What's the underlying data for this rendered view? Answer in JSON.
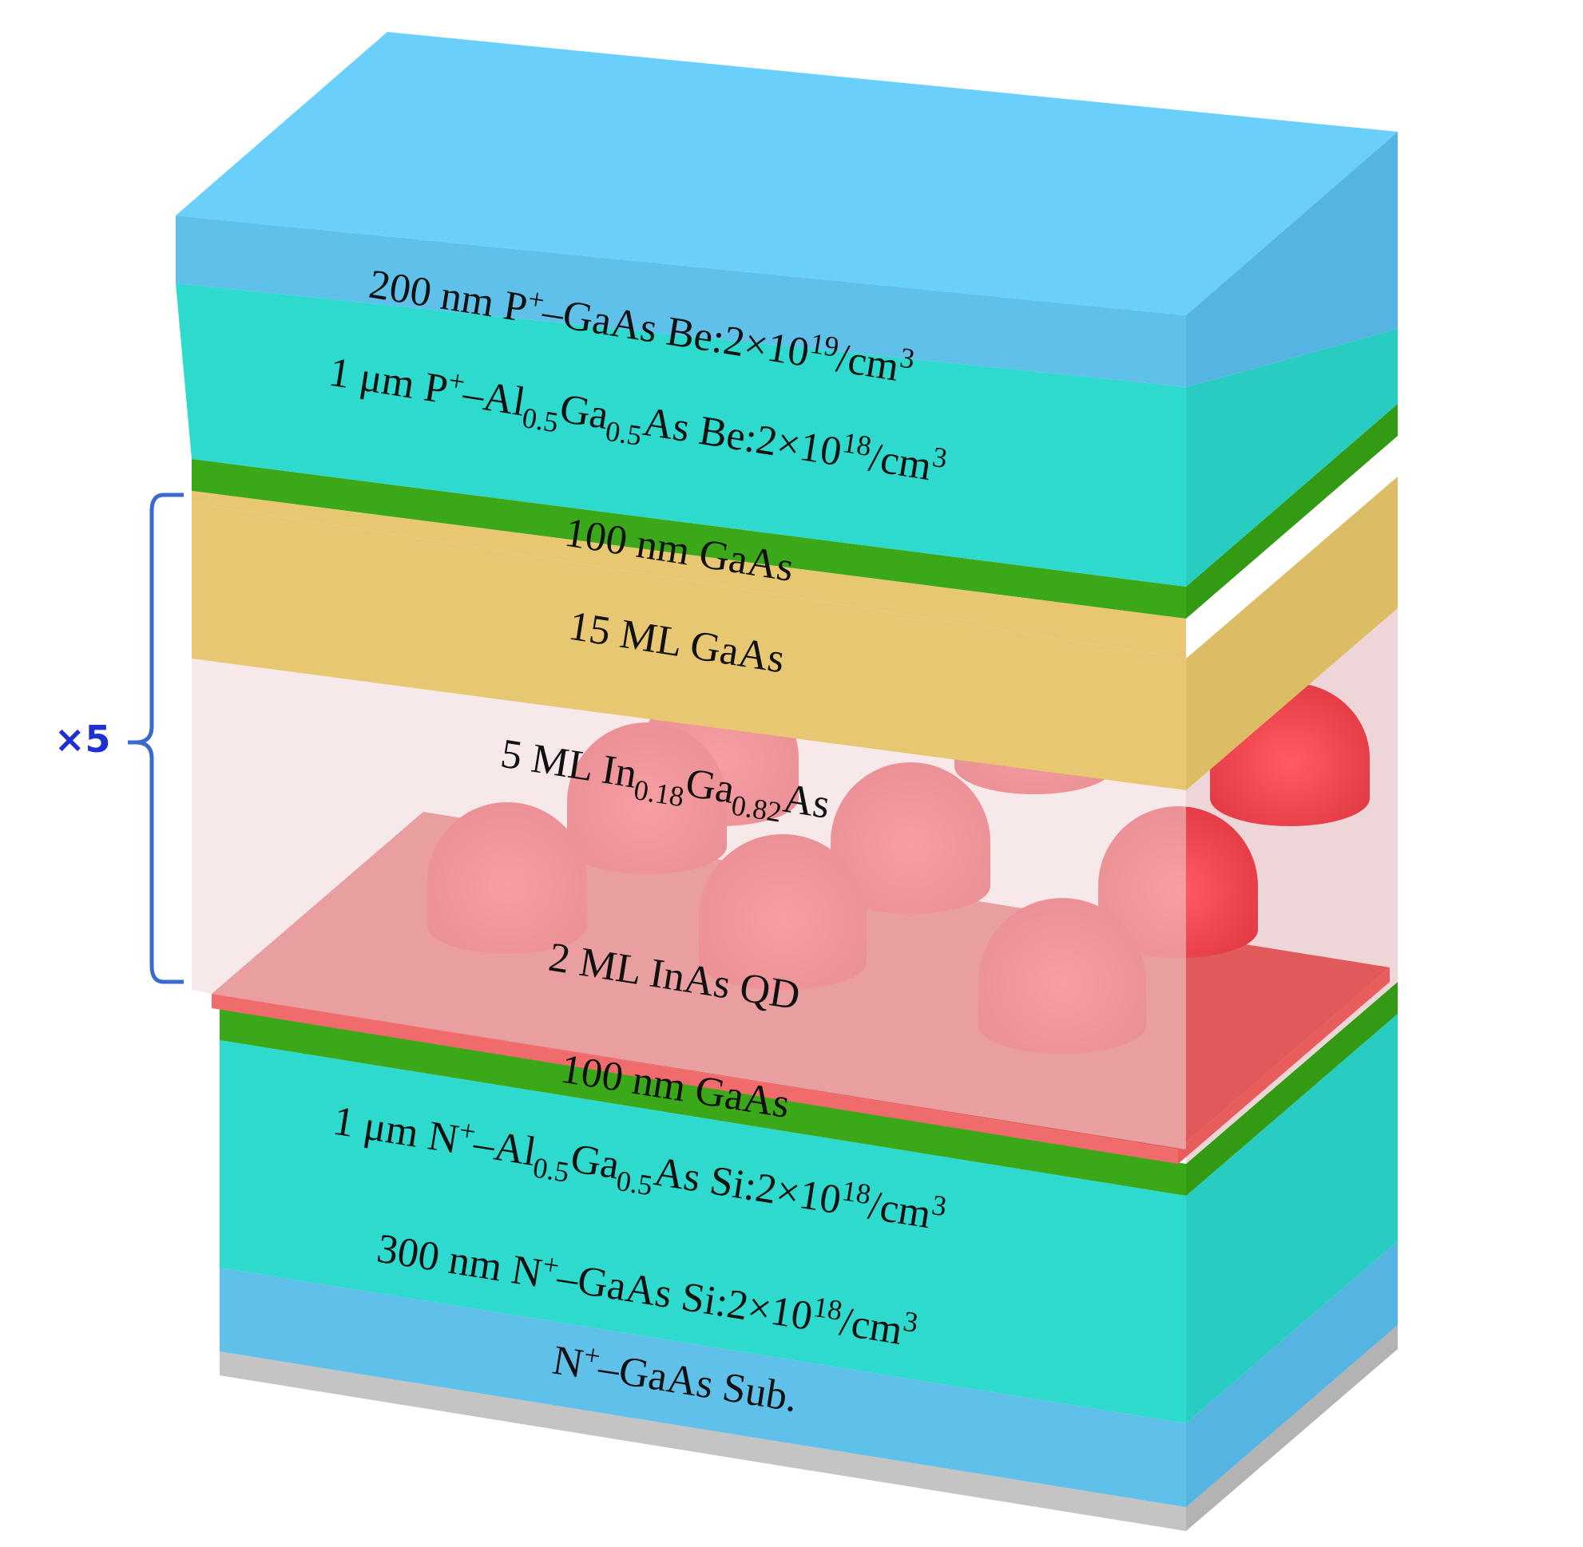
{
  "repeat": {
    "label": "×5",
    "color": "#2030d0"
  },
  "layers": [
    {
      "id": "sub",
      "name": "N⁺–GaAs Sub.",
      "color": "#c8c8c8",
      "parts": [
        [
          "N",
          ""
        ],
        [
          "+",
          "sup"
        ],
        [
          "–GaAs Sub.",
          ""
        ]
      ]
    },
    {
      "id": "ngaas",
      "name": "300 nm N⁺–GaAs Si:2×10¹⁸/cm³",
      "color": "#5bbde8",
      "parts": [
        [
          "300 nm N",
          ""
        ],
        [
          "+",
          "sup"
        ],
        [
          "–GaAs Si:2×10",
          ""
        ],
        [
          "18",
          "sup"
        ],
        [
          "/cm",
          ""
        ],
        [
          "3",
          "sup"
        ]
      ]
    },
    {
      "id": "nalgaas",
      "name": "1 μm N⁺–Al0.5Ga0.5As Si:2×10¹⁸/cm³",
      "color": "#2ed8cc",
      "parts": [
        [
          "1 μm N",
          ""
        ],
        [
          "+",
          "sup"
        ],
        [
          "–Al",
          ""
        ],
        [
          "0.5",
          "sub"
        ],
        [
          "Ga",
          ""
        ],
        [
          "0.5",
          "sub"
        ],
        [
          "As Si:2×10",
          ""
        ],
        [
          "18",
          "sup"
        ],
        [
          "/cm",
          ""
        ],
        [
          "3",
          "sup"
        ]
      ]
    },
    {
      "id": "gaas-lower",
      "name": "100 nm GaAs",
      "color": "#3aa818",
      "parts": [
        [
          "100 nm GaAs",
          ""
        ]
      ]
    },
    {
      "id": "qd",
      "name": "2 ML InAs QD",
      "color": "#e85c5c",
      "parts": [
        [
          "2 ML InAs QD",
          ""
        ]
      ]
    },
    {
      "id": "ingaas",
      "name": "5 ML In0.18Ga0.82As",
      "color": "#f1d7d9",
      "parts": [
        [
          "5 ML In",
          ""
        ],
        [
          "0.18",
          "sub"
        ],
        [
          "Ga",
          ""
        ],
        [
          "0.82",
          "sub"
        ],
        [
          "As",
          ""
        ]
      ]
    },
    {
      "id": "gaas-15",
      "name": "15 ML GaAs",
      "color": "#e8c772",
      "parts": [
        [
          "15 ML GaAs",
          ""
        ]
      ]
    },
    {
      "id": "gaas-upper",
      "name": "100 nm GaAs",
      "color": "#3aa818",
      "parts": [
        [
          "100 nm GaAs",
          ""
        ]
      ]
    },
    {
      "id": "palgaas",
      "name": "1 μm P⁺–Al0.5Ga0.5As Be:2×10¹⁸/cm³",
      "color": "#2ed8cc",
      "parts": [
        [
          "1 μm P",
          ""
        ],
        [
          "+",
          "sup"
        ],
        [
          "–Al",
          ""
        ],
        [
          "0.5",
          "sub"
        ],
        [
          "Ga",
          ""
        ],
        [
          "0.5",
          "sub"
        ],
        [
          "As Be:2×10",
          ""
        ],
        [
          "18",
          "sup"
        ],
        [
          "/cm",
          ""
        ],
        [
          "3",
          "sup"
        ]
      ]
    },
    {
      "id": "pgaas",
      "name": "200 nm P⁺–GaAs Be:2×10¹⁹/cm³",
      "color": "#5bbde8",
      "parts": [
        [
          "200 nm P",
          ""
        ],
        [
          "+",
          "sup"
        ],
        [
          "–GaAs Be:2×10",
          ""
        ],
        [
          "19",
          "sup"
        ],
        [
          "/cm",
          ""
        ],
        [
          "3",
          "sup"
        ]
      ]
    }
  ]
}
